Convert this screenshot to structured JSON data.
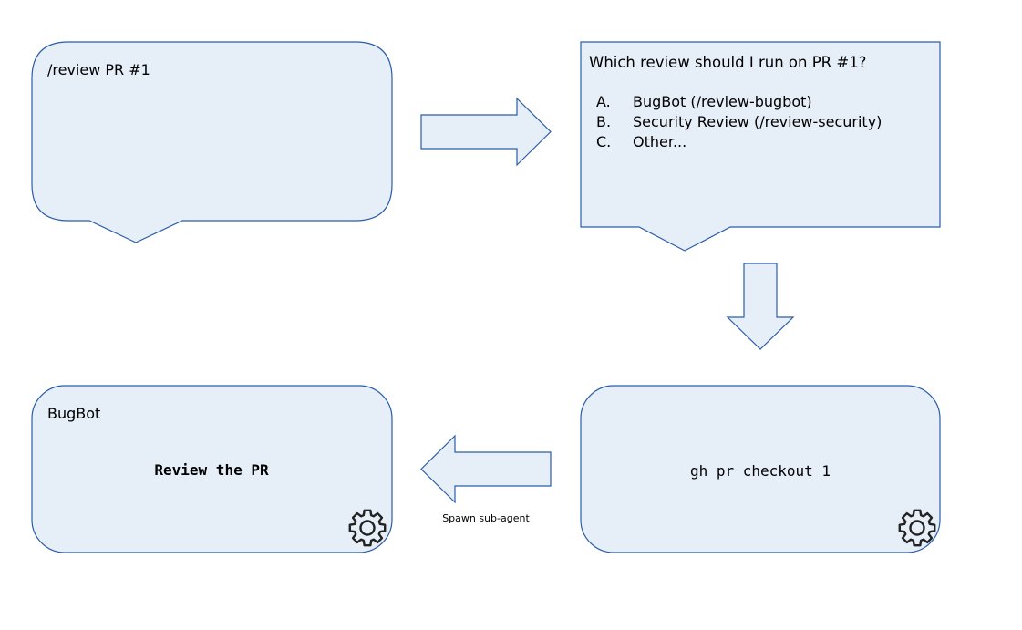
{
  "colors": {
    "fill": "#e6eef8",
    "stroke": "#2a5dab",
    "text": "#000000",
    "gear": "#222222"
  },
  "user_bubble": {
    "text": "/review PR #1"
  },
  "question_bubble": {
    "question": "Which review should I run on PR #1?",
    "options": [
      {
        "letter": "A.",
        "label": "BugBot (/review-bugbot)"
      },
      {
        "letter": "B.",
        "label": "Security Review (/review-security)"
      },
      {
        "letter": "C.",
        "label": "Other..."
      }
    ]
  },
  "checkout_box": {
    "command": "gh pr checkout 1",
    "icon": "gear-icon"
  },
  "bugbot_box": {
    "title": "BugBot",
    "command": "Review the PR",
    "icon": "gear-icon"
  },
  "arrows": {
    "spawn_caption": "Spawn sub-agent"
  }
}
